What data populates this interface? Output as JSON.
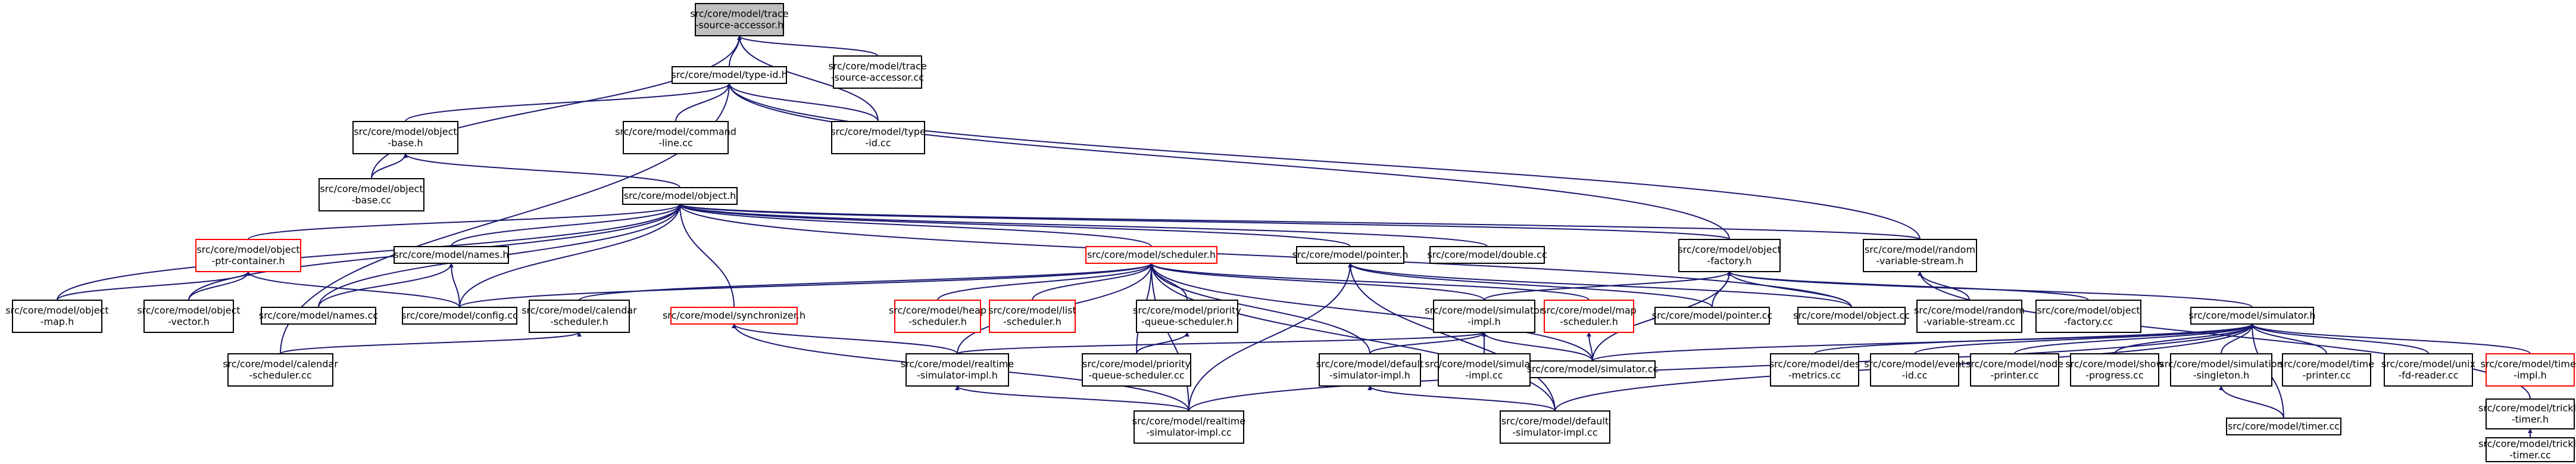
{
  "colors": {
    "edge": "#191970",
    "root_fill": "#bfbfbf",
    "normal_border": "#000000",
    "truncated_border": "#ff0000",
    "background": "#ffffff"
  },
  "nodes": {
    "trace_h": {
      "lines": [
        "src/core/model/trace",
        "-source-accessor.h"
      ]
    },
    "trace_cc": {
      "lines": [
        "src/core/model/trace",
        "-source-accessor.cc"
      ]
    },
    "typeid_h": {
      "lines": [
        "src/core/model/type-id.h"
      ]
    },
    "objbase_h": {
      "lines": [
        "src/core/model/object",
        "-base.h"
      ]
    },
    "cmdline_cc": {
      "lines": [
        "src/core/model/command",
        "-line.cc"
      ]
    },
    "typeid_cc": {
      "lines": [
        "src/core/model/type",
        "-id.cc"
      ]
    },
    "objbase_cc": {
      "lines": [
        "src/core/model/object",
        "-base.cc"
      ]
    },
    "object_h": {
      "lines": [
        "src/core/model/object.h"
      ]
    },
    "optr_h": {
      "lines": [
        "src/core/model/object",
        "-ptr-container.h"
      ]
    },
    "names_h": {
      "lines": [
        "src/core/model/names.h"
      ]
    },
    "scheduler_h": {
      "lines": [
        "src/core/model/scheduler.h"
      ]
    },
    "pointer_h": {
      "lines": [
        "src/core/model/pointer.h"
      ]
    },
    "double_cc": {
      "lines": [
        "src/core/model/double.cc"
      ]
    },
    "objfact_h": {
      "lines": [
        "src/core/model/object",
        "-factory.h"
      ]
    },
    "random_h": {
      "lines": [
        "src/core/model/random",
        "-variable-stream.h"
      ]
    },
    "objmap_h": {
      "lines": [
        "src/core/model/object",
        "-map.h"
      ]
    },
    "objvec_h": {
      "lines": [
        "src/core/model/object",
        "-vector.h"
      ]
    },
    "names_cc": {
      "lines": [
        "src/core/model/names.cc"
      ]
    },
    "config_cc": {
      "lines": [
        "src/core/model/config.cc"
      ]
    },
    "calsched_h": {
      "lines": [
        "src/core/model/calendar",
        "-scheduler.h"
      ]
    },
    "sync_h": {
      "lines": [
        "src/core/model/synchronizer.h"
      ]
    },
    "heap_h": {
      "lines": [
        "src/core/model/heap",
        "-scheduler.h"
      ]
    },
    "list_h": {
      "lines": [
        "src/core/model/list",
        "-scheduler.h"
      ]
    },
    "prio_h": {
      "lines": [
        "src/core/model/priority",
        "-queue-scheduler.h"
      ]
    },
    "simimpl_h": {
      "lines": [
        "src/core/model/simulator",
        "-impl.h"
      ]
    },
    "map_h": {
      "lines": [
        "src/core/model/map",
        "-scheduler.h"
      ]
    },
    "pointer_cc": {
      "lines": [
        "src/core/model/pointer.cc"
      ]
    },
    "object_cc": {
      "lines": [
        "src/core/model/object.cc"
      ]
    },
    "random_cc": {
      "lines": [
        "src/core/model/random",
        "-variable-stream.cc"
      ]
    },
    "objfact_cc": {
      "lines": [
        "src/core/model/object",
        "-factory.cc"
      ]
    },
    "simulator_h": {
      "lines": [
        "src/core/model/simulator.h"
      ]
    },
    "calsched_cc": {
      "lines": [
        "src/core/model/calendar",
        "-scheduler.cc"
      ]
    },
    "rtsimimpl_h": {
      "lines": [
        "src/core/model/realtime",
        "-simulator-impl.h"
      ]
    },
    "prio_cc": {
      "lines": [
        "src/core/model/priority",
        "-queue-scheduler.cc"
      ]
    },
    "defsimimpl_h": {
      "lines": [
        "src/core/model/default",
        "-simulator-impl.h"
      ]
    },
    "simimpl_cc": {
      "lines": [
        "src/core/model/simulator",
        "-impl.cc"
      ]
    },
    "simulator_cc": {
      "lines": [
        "src/core/model/simulator.cc"
      ]
    },
    "des_cc": {
      "lines": [
        "src/core/model/des",
        "-metrics.cc"
      ]
    },
    "event_cc": {
      "lines": [
        "src/core/model/event",
        "-id.cc"
      ]
    },
    "node_cc": {
      "lines": [
        "src/core/model/node",
        "-printer.cc"
      ]
    },
    "show_cc": {
      "lines": [
        "src/core/model/show",
        "-progress.cc"
      ]
    },
    "simsing_h": {
      "lines": [
        "src/core/model/simulation",
        "-singleton.h"
      ]
    },
    "timepr_cc": {
      "lines": [
        "src/core/model/time",
        "-printer.cc"
      ]
    },
    "unix_cc": {
      "lines": [
        "src/core/model/unix",
        "-fd-reader.cc"
      ]
    },
    "timerimpl_h": {
      "lines": [
        "src/core/model/timer",
        "-impl.h"
      ]
    },
    "rtsimimpl_cc": {
      "lines": [
        "src/core/model/realtime",
        "-simulator-impl.cc"
      ]
    },
    "defsimimpl_cc": {
      "lines": [
        "src/core/model/default",
        "-simulator-impl.cc"
      ]
    },
    "timer_cc": {
      "lines": [
        "src/core/model/timer.cc"
      ]
    },
    "trickle_h": {
      "lines": [
        "src/core/model/trickle",
        "-timer.h"
      ]
    },
    "trickle_cc": {
      "lines": [
        "src/core/model/trickle",
        "-timer.cc"
      ]
    }
  }
}
